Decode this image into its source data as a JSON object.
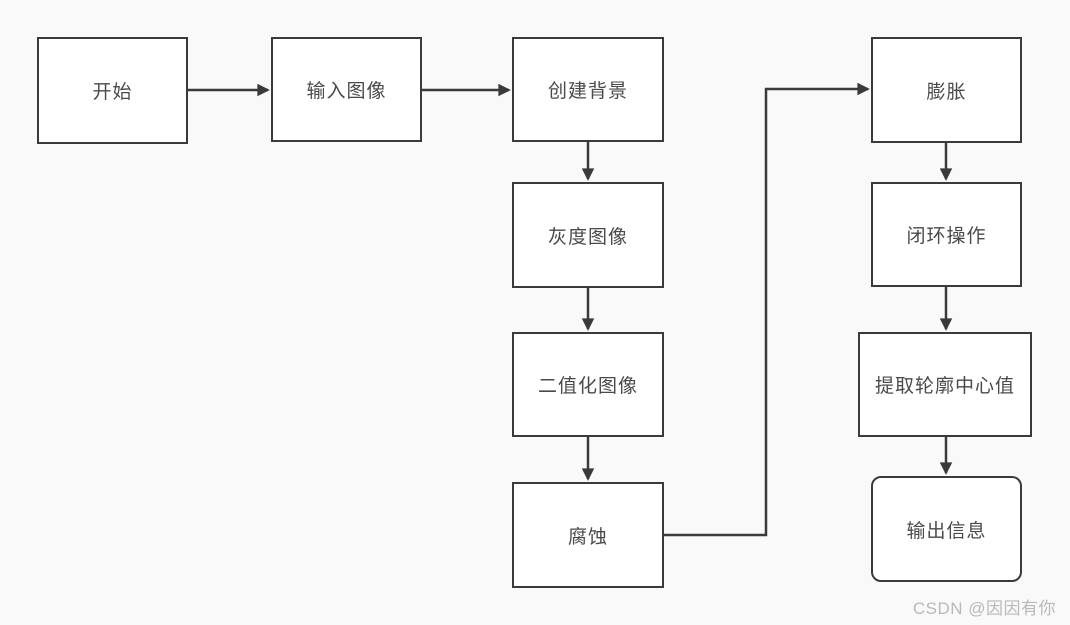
{
  "flowchart": {
    "nodes": [
      {
        "id": "start",
        "label": "开始",
        "shape": "rectangle"
      },
      {
        "id": "input-image",
        "label": "输入图像",
        "shape": "rectangle"
      },
      {
        "id": "create-background",
        "label": "创建背景",
        "shape": "rectangle"
      },
      {
        "id": "grayscale-image",
        "label": "灰度图像",
        "shape": "rectangle"
      },
      {
        "id": "binarized-image",
        "label": "二值化图像",
        "shape": "rectangle"
      },
      {
        "id": "erosion",
        "label": "腐蚀",
        "shape": "rectangle"
      },
      {
        "id": "dilation",
        "label": "膨胀",
        "shape": "rectangle"
      },
      {
        "id": "closing-operation",
        "label": "闭环操作",
        "shape": "rectangle"
      },
      {
        "id": "extract-contour-center",
        "label": "提取轮廓中心值",
        "shape": "rectangle"
      },
      {
        "id": "output-info",
        "label": "输出信息",
        "shape": "rounded-rectangle"
      }
    ],
    "edges": [
      {
        "from": "start",
        "to": "input-image"
      },
      {
        "from": "input-image",
        "to": "create-background"
      },
      {
        "from": "create-background",
        "to": "grayscale-image"
      },
      {
        "from": "grayscale-image",
        "to": "binarized-image"
      },
      {
        "from": "binarized-image",
        "to": "erosion"
      },
      {
        "from": "erosion",
        "to": "dilation"
      },
      {
        "from": "dilation",
        "to": "closing-operation"
      },
      {
        "from": "closing-operation",
        "to": "extract-contour-center"
      },
      {
        "from": "extract-contour-center",
        "to": "output-info"
      }
    ]
  },
  "watermark": {
    "text": "CSDN @因因有你"
  },
  "colors": {
    "background": "#f9f9f9",
    "node-fill": "#ffffff",
    "line": "#3a3a3a",
    "text": "#4a4a4a",
    "watermark": "#b9b9b9"
  }
}
